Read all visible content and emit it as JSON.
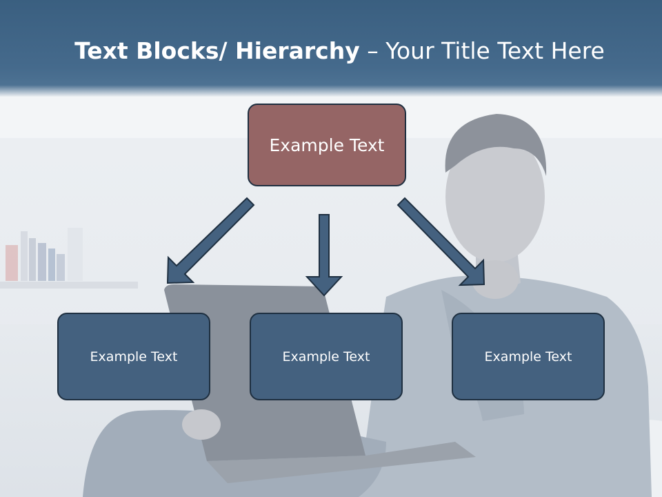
{
  "title": {
    "bold_part": "Text Blocks/ Hierarchy",
    "separator": " – ",
    "regular_part": "Your Title Text Here"
  },
  "diagram": {
    "top_box": "Example Text",
    "children": [
      "Example Text",
      "Example Text",
      "Example Text"
    ]
  },
  "colors": {
    "title_bar": "#456a8c",
    "top_box_fill": "#956565",
    "child_box_fill": "#44617f",
    "arrow_fill": "#44617f",
    "outline": "#1e2f40"
  }
}
